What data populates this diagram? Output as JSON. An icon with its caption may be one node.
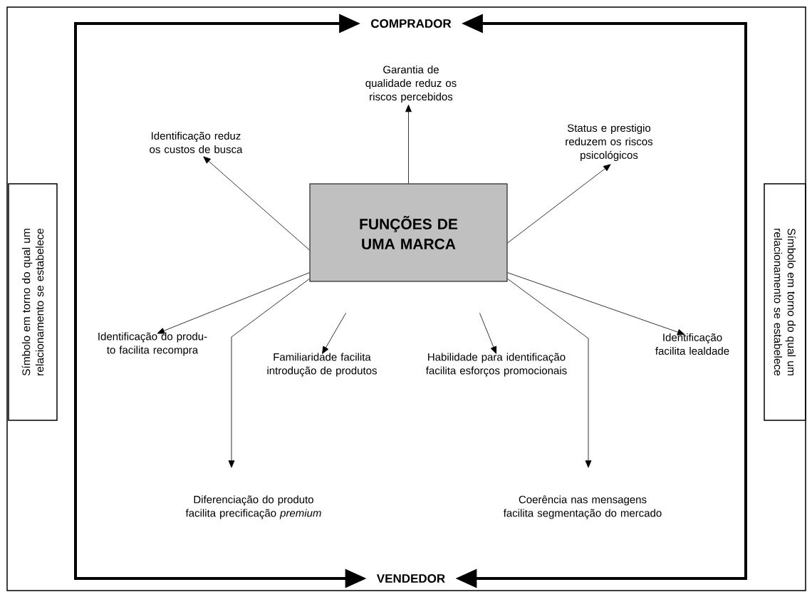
{
  "diagram": {
    "nodes": [
      {
        "text": [
          "COMPRADOR"
        ]
      },
      {
        "text": [
          "VENDEDOR"
        ]
      },
      {
        "text": [
          "FUNÇÕES DE UMA MARCA"
        ]
      },
      {
        "text": [
          "Garantia de qualidade reduz os riscos percebidos"
        ]
      },
      {
        "text": [
          "Identificação reduz os custos de busca"
        ]
      },
      {
        "text": [
          "Status e prestigio reduzem os riscos psicológicos"
        ]
      },
      {
        "text": [
          "Identificação do produ- to facilita recompra"
        ]
      },
      {
        "text": [
          "Familiaridade facilita introdução de produtos"
        ]
      },
      {
        "text": [
          "Habilidade para identificação facilita esforços promocionais"
        ]
      },
      {
        "text": [
          "Identificação facilita lealdade"
        ]
      },
      {
        "text": [
          "Diferenciação do produto facilita precificação *premium*"
        ]
      },
      {
        "text": [
          "Coerência nas mensagens facilita segmentação do mercado"
        ]
      },
      {
        "text": [
          "Símbolo em torno do qual um relacionamento se estabelece"
        ]
      },
      {
        "text": [
          "Símbolo em torno do qual um relacionamento se estabelece"
        ]
      }
    ],
    "edges": [
      {
        "from": 0,
        "to": 1,
        "arrow": "both",
        "style": "thick"
      },
      {
        "from": 0,
        "to": 1,
        "arrow": "both",
        "style": "thick"
      },
      {
        "from": 2,
        "to": 3,
        "arrow": "to"
      },
      {
        "from": 2,
        "to": 4,
        "arrow": "to"
      },
      {
        "from": 2,
        "to": 5,
        "arrow": "to"
      },
      {
        "from": 2,
        "to": 6,
        "arrow": "to"
      },
      {
        "from": 2,
        "to": 7,
        "arrow": "to"
      },
      {
        "from": 2,
        "to": 8,
        "arrow": "to"
      },
      {
        "from": 2,
        "to": 9,
        "arrow": "to"
      },
      {
        "from": 2,
        "to": 10,
        "arrow": "to"
      },
      {
        "from": 2,
        "to": 11,
        "arrow": "to"
      }
    ]
  }
}
